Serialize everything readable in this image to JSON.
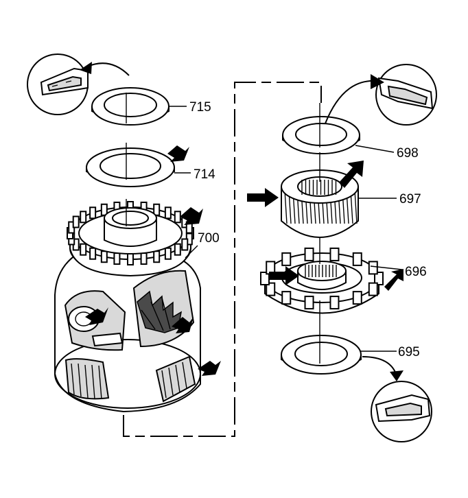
{
  "parts": [
    {
      "id": "715",
      "label": "715"
    },
    {
      "id": "714",
      "label": "714"
    },
    {
      "id": "700",
      "label": "700"
    },
    {
      "id": "698",
      "label": "698"
    },
    {
      "id": "697",
      "label": "697"
    },
    {
      "id": "696",
      "label": "696"
    },
    {
      "id": "695",
      "label": "695"
    }
  ],
  "colors": {
    "line": "#000000",
    "background": "#ffffff",
    "shade": "#d9d9d9"
  }
}
